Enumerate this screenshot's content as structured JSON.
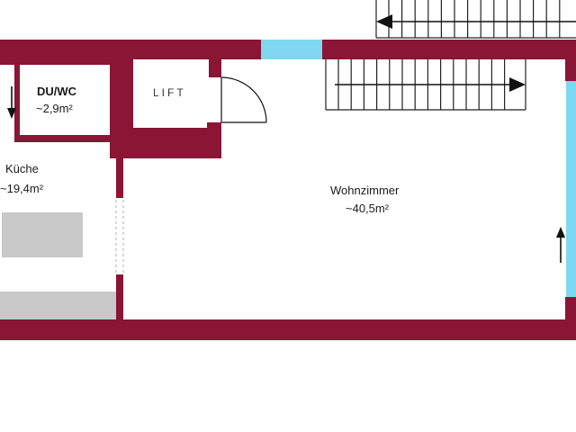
{
  "colors": {
    "wall": "#8a1535",
    "window": "#7fd8f0",
    "fixture": "#c8c8c8",
    "stair_line": "#222222",
    "background": "#ffffff"
  },
  "rooms": {
    "bathroom": {
      "name": "DU/WC",
      "area": "~2,9m²"
    },
    "lift": {
      "name": "LIFT"
    },
    "kitchen": {
      "name": "Küche",
      "area": "~19,4m²"
    },
    "living": {
      "name": "Wohnzimmer",
      "area": "~40,5m²"
    }
  }
}
